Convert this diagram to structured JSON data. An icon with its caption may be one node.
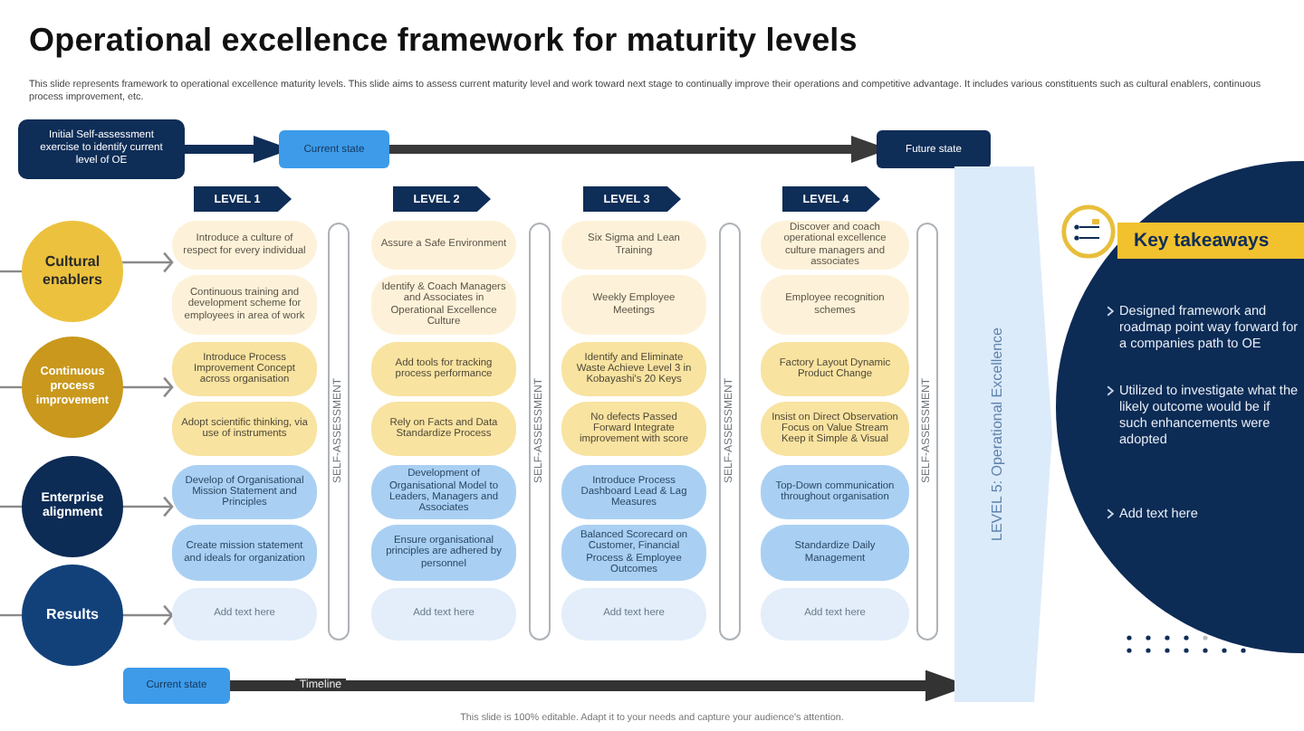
{
  "diagram": {
    "title": "Operational excellence framework for maturity levels",
    "caption": "This slide is 100% editable. Adapt it to your needs and capture your audience's attention.",
    "nodes": [
      {
        "text": [
          "Initial Self-assessment exercise to identify current level of OE"
        ]
      },
      {
        "text": [
          "Current state"
        ]
      },
      {
        "text": [
          "Future state"
        ]
      },
      {
        "text": [
          "LEVEL 1"
        ]
      },
      {
        "text": [
          "LEVEL 2"
        ]
      },
      {
        "text": [
          "LEVEL 3"
        ]
      },
      {
        "text": [
          "LEVEL 4"
        ]
      },
      {
        "text": [
          "Cultural enablers"
        ]
      },
      {
        "text": [
          "Continuous process improvement"
        ]
      },
      {
        "text": [
          "Enterprise alignment"
        ]
      },
      {
        "text": [
          "Results"
        ]
      },
      {
        "text": [
          "Introduce a culture of respect for every individual"
        ]
      },
      {
        "text": [
          "Continuous training and development scheme for employees in area of work"
        ]
      },
      {
        "text": [
          "Introduce Process Improvement Concept across organisation"
        ]
      },
      {
        "text": [
          "Adopt scientific thinking, via use of instruments"
        ]
      },
      {
        "text": [
          "Develop of Organisational Mission Statement and Principles"
        ]
      },
      {
        "text": [
          "Create mission statement and ideals for organization"
        ]
      },
      {
        "text": [
          "Add text here"
        ]
      },
      {
        "text": [
          "Assure a Safe Environment"
        ]
      },
      {
        "text": [
          "Identify & Coach Managers and Associates in Operational Excellence Culture"
        ]
      },
      {
        "text": [
          "Add tools for tracking process performance"
        ]
      },
      {
        "text": [
          "Rely on Facts and Data Standardize Process"
        ]
      },
      {
        "text": [
          "Development of Organisational Model to Leaders, Managers and Associates"
        ]
      },
      {
        "text": [
          "Ensure organisational principles are adhered by personnel"
        ]
      },
      {
        "text": [
          "Add text here"
        ]
      },
      {
        "text": [
          "Six Sigma and Lean Training"
        ]
      },
      {
        "text": [
          "Weekly Employee Meetings"
        ]
      },
      {
        "text": [
          "Identify and Eliminate Waste Achieve Level 3 in Kobayashi's 20 Keys"
        ]
      },
      {
        "text": [
          "No defects Passed Forward Integrate improvement with score"
        ]
      },
      {
        "text": [
          "Introduce Process Dashboard Lead & Lag Measures"
        ]
      },
      {
        "text": [
          "Balanced Scorecard on Customer, Financial Process & Employee Outcomes"
        ]
      },
      {
        "text": [
          "Add text here"
        ]
      },
      {
        "text": [
          "Discover and coach operational excellence culture managers and associates"
        ]
      },
      {
        "text": [
          "Employee recognition schemes"
        ]
      },
      {
        "text": [
          "Factory Layout Dynamic Product Change"
        ]
      },
      {
        "text": [
          "Insist on Direct Observation Focus on Value Stream Keep it Simple & Visual"
        ]
      },
      {
        "text": [
          "Top-Down communication throughout organisation"
        ]
      },
      {
        "text": [
          "Standardize Daily Management"
        ]
      },
      {
        "text": [
          "Add text here"
        ]
      },
      {
        "text": [
          "SELF-ASSESSMENT"
        ]
      },
      {
        "text": [
          "SELF-ASSESSMENT"
        ]
      },
      {
        "text": [
          "SELF-ASSESSMENT"
        ]
      },
      {
        "text": [
          "SELF-ASSESSMENT"
        ]
      },
      {
        "text": [
          "LEVEL 5: Operational Excellence"
        ]
      },
      {
        "text": [
          "Current state"
        ]
      },
      {
        "text": [
          "Designed framework and roadmap point way forward for a companies path to OE",
          "Utilized to investigate what the likely outcome would be if such enhancements were adopted",
          "Add text here"
        ]
      },
      {
        "text": [
          "Key takeaways"
        ],
        "in": 45
      }
    ],
    "edges": [
      {
        "from": 0,
        "to": 1,
        "arrow": "to",
        "style": "thick",
        "color": "#0e2d57"
      },
      {
        "from": 1,
        "to": 2,
        "arrow": "to",
        "style": "thick",
        "color": "#3a3a3a"
      },
      {
        "from": null,
        "to": 7,
        "arrow": "none"
      },
      {
        "from": null,
        "to": 8,
        "arrow": "none"
      },
      {
        "from": null,
        "to": 9,
        "arrow": "none"
      },
      {
        "from": null,
        "to": 10,
        "arrow": "none"
      },
      {
        "from": 7,
        "to": 11,
        "arrow": "to"
      },
      {
        "from": 8,
        "to": 13,
        "arrow": "to"
      },
      {
        "from": 9,
        "to": 15,
        "arrow": "to"
      },
      {
        "from": 10,
        "to": 17,
        "arrow": "to"
      },
      {
        "from": 44,
        "to": 43,
        "arrow": "to",
        "label": "Timeline",
        "style": "thick",
        "color": "#333333"
      }
    ],
    "labels": [
      "This slide represents framework to operational excellence maturity levels. This slide aims to assess current maturity level and work toward next stage to continually improve their operations and competitive advantage. It includes various constituents such as cultural enablers, continuous process improvement, etc."
    ]
  }
}
